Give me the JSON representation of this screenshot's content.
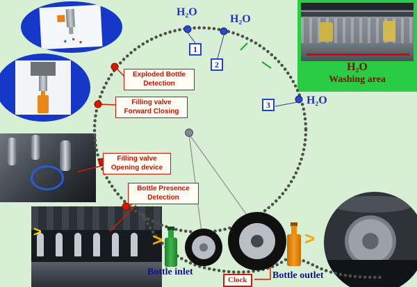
{
  "colors": {
    "background": "#d8efd5",
    "accent_red": "#cc1100",
    "accent_blue": "#2233bb",
    "maroon": "#7a1200",
    "navy": "#10108c",
    "panel_green": "#29cc44",
    "oval_blue": "#1538c8",
    "arrow_orange": "#f5a800"
  },
  "stations": [
    {
      "num": "1",
      "water": "H₂O"
    },
    {
      "num": "2",
      "water": "H₂O"
    },
    {
      "num": "3",
      "water": "H₂O"
    }
  ],
  "callouts": [
    {
      "line1": "Exploded Bottle",
      "line2": "Detection"
    },
    {
      "line1": "Filling valve",
      "line2": "Forward Closing"
    },
    {
      "line1": "Filling valve",
      "line2": "Opening device"
    },
    {
      "line1": "Bottle Presence",
      "line2": "Detection"
    }
  ],
  "washing_area": {
    "h2o": "H₂O",
    "label": "Washing area"
  },
  "flow": {
    "inlet_label": "Bottle inlet",
    "outlet_label": "Bottle outlet",
    "clock_label": "Clock",
    "arrow_glyph": ">"
  }
}
